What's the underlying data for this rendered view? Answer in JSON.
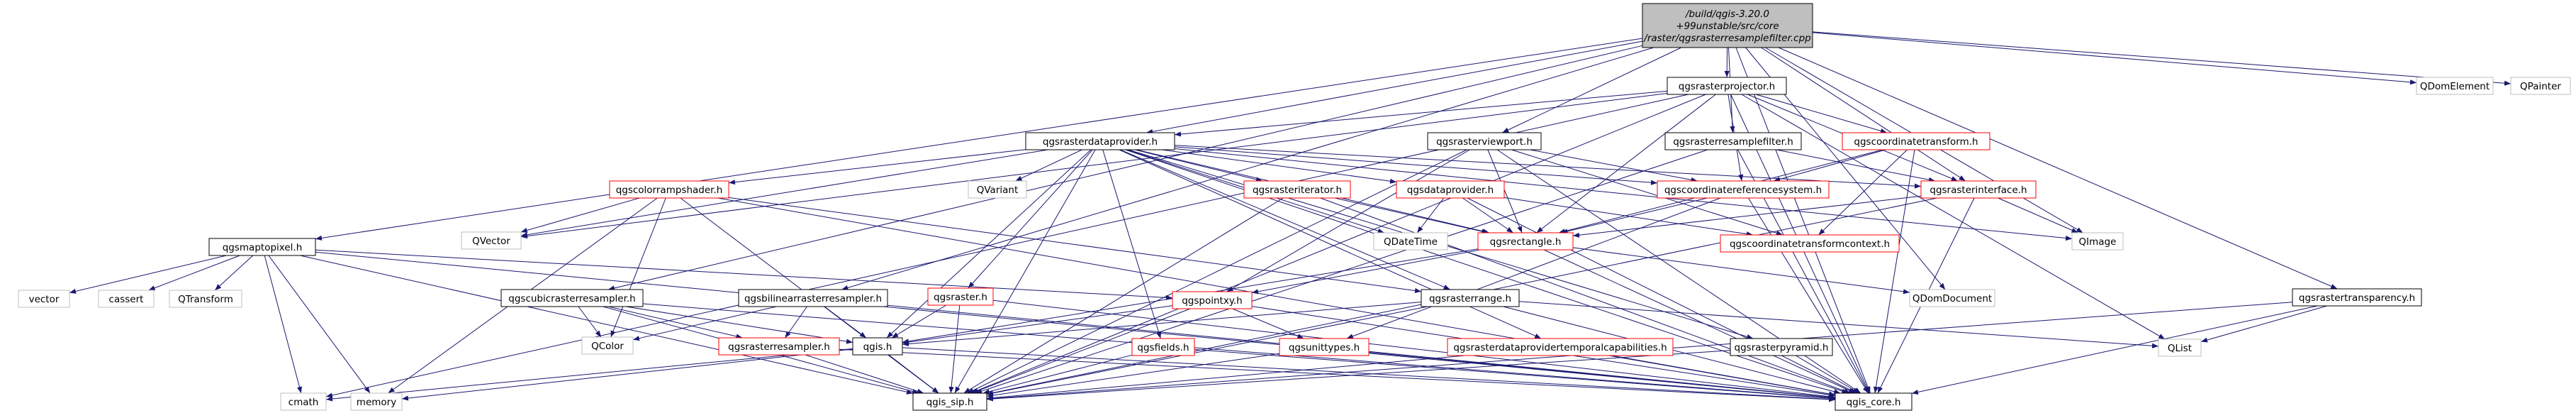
{
  "diagram": {
    "colors": {
      "edge": "#191970",
      "black_border": "#000000",
      "red_border": "#ff0000",
      "gray_border": "#bfbfbf",
      "root_fill": "#bfbfbf",
      "node_fill": "#ffffff",
      "text": "#000000"
    },
    "nodes": [
      {
        "id": "root",
        "lines": [
          "/build/qgis-3.20.0",
          "+99unstable/src/core",
          "/raster/qgsrasterresamplefilter.cpp"
        ],
        "style": "root"
      },
      {
        "id": "rasterprojector",
        "lines": [
          "qgsrasterprojector.h"
        ],
        "style": "black"
      },
      {
        "id": "rasterdataprovider",
        "lines": [
          "qgsrasterdataprovider.h"
        ],
        "style": "black"
      },
      {
        "id": "rasterviewport",
        "lines": [
          "qgsrasterviewport.h"
        ],
        "style": "black"
      },
      {
        "id": "rasterresamplefilter",
        "lines": [
          "qgsrasterresamplefilter.h"
        ],
        "style": "black"
      },
      {
        "id": "coordinatetransform",
        "lines": [
          "qgscoordinatetransform.h"
        ],
        "style": "red"
      },
      {
        "id": "qdomelement",
        "lines": [
          "QDomElement"
        ],
        "style": "gray"
      },
      {
        "id": "qpainter",
        "lines": [
          "QPainter"
        ],
        "style": "gray"
      },
      {
        "id": "colorrampshader",
        "lines": [
          "qgscolorrampshader.h"
        ],
        "style": "red"
      },
      {
        "id": "qvariant",
        "lines": [
          "QVariant"
        ],
        "style": "gray"
      },
      {
        "id": "rasteriterator",
        "lines": [
          "qgsrasteriterator.h"
        ],
        "style": "red"
      },
      {
        "id": "dataprovider",
        "lines": [
          "qgsdataprovider.h"
        ],
        "style": "red"
      },
      {
        "id": "coordinatereferencesystem",
        "lines": [
          "qgscoordinatereferencesystem.h"
        ],
        "style": "red"
      },
      {
        "id": "rasterinterface",
        "lines": [
          "qgsrasterinterface.h"
        ],
        "style": "red"
      },
      {
        "id": "maptopixel",
        "lines": [
          "qgsmaptopixel.h"
        ],
        "style": "black"
      },
      {
        "id": "qvector",
        "lines": [
          "QVector"
        ],
        "style": "gray"
      },
      {
        "id": "qdatetime",
        "lines": [
          "QDateTime"
        ],
        "style": "gray"
      },
      {
        "id": "rectangle",
        "lines": [
          "qgsrectangle.h"
        ],
        "style": "red"
      },
      {
        "id": "coordinatetransformcontext",
        "lines": [
          "qgscoordinatetransformcontext.h"
        ],
        "style": "red"
      },
      {
        "id": "qimage",
        "lines": [
          "QImage"
        ],
        "style": "gray"
      },
      {
        "id": "vector",
        "lines": [
          "vector"
        ],
        "style": "gray"
      },
      {
        "id": "cassert",
        "lines": [
          "cassert"
        ],
        "style": "gray"
      },
      {
        "id": "qtransform",
        "lines": [
          "QTransform"
        ],
        "style": "gray"
      },
      {
        "id": "cubicrasterresampler",
        "lines": [
          "qgscubicrasterresampler.h"
        ],
        "style": "black"
      },
      {
        "id": "bilinearrasterresampler",
        "lines": [
          "qgsbilinearrasterresampler.h"
        ],
        "style": "black"
      },
      {
        "id": "raster",
        "lines": [
          "qgsraster.h"
        ],
        "style": "red"
      },
      {
        "id": "pointxy",
        "lines": [
          "qgspointxy.h"
        ],
        "style": "red"
      },
      {
        "id": "rasterrange",
        "lines": [
          "qgsrasterrange.h"
        ],
        "style": "black"
      },
      {
        "id": "qdomdocument",
        "lines": [
          "QDomDocument"
        ],
        "style": "gray"
      },
      {
        "id": "rastertransparency",
        "lines": [
          "qgsrastertransparency.h"
        ],
        "style": "black"
      },
      {
        "id": "qcolor",
        "lines": [
          "QColor"
        ],
        "style": "gray"
      },
      {
        "id": "rasterresampler",
        "lines": [
          "qgsrasterresampler.h"
        ],
        "style": "red"
      },
      {
        "id": "qgis",
        "lines": [
          "qgis.h"
        ],
        "style": "black"
      },
      {
        "id": "fields",
        "lines": [
          "qgsfields.h"
        ],
        "style": "red"
      },
      {
        "id": "unittypes",
        "lines": [
          "qgsunittypes.h"
        ],
        "style": "red"
      },
      {
        "id": "temporalcaps",
        "lines": [
          "qgsrasterdataprovidertemporalcapabilities.h"
        ],
        "style": "red"
      },
      {
        "id": "rasterpyramid",
        "lines": [
          "qgsrasterpyramid.h"
        ],
        "style": "black"
      },
      {
        "id": "qlist",
        "lines": [
          "QList"
        ],
        "style": "gray"
      },
      {
        "id": "cmath",
        "lines": [
          "cmath"
        ],
        "style": "gray"
      },
      {
        "id": "memory",
        "lines": [
          "memory"
        ],
        "style": "gray"
      },
      {
        "id": "qgis_sip",
        "lines": [
          "qgis_sip.h"
        ],
        "style": "black"
      },
      {
        "id": "qgis_core",
        "lines": [
          "qgis_core.h"
        ],
        "style": "black"
      }
    ],
    "edges": [
      [
        "root",
        "rasterprojector"
      ],
      [
        "root",
        "rasterdataprovider"
      ],
      [
        "root",
        "rasterviewport"
      ],
      [
        "root",
        "rasterresamplefilter"
      ],
      [
        "root",
        "qdomelement"
      ],
      [
        "root",
        "qpainter"
      ],
      [
        "root",
        "maptopixel"
      ],
      [
        "root",
        "cubicrasterresampler"
      ],
      [
        "root",
        "bilinearrasterresampler"
      ],
      [
        "root",
        "rasterinterface"
      ],
      [
        "root",
        "qimage"
      ],
      [
        "root",
        "qdomdocument"
      ],
      [
        "root",
        "rastertransparency"
      ],
      [
        "root",
        "qgis_core"
      ],
      [
        "rasterprojector",
        "rasterdataprovider"
      ],
      [
        "rasterprojector",
        "coordinatetransform"
      ],
      [
        "rasterprojector",
        "coordinatereferencesystem"
      ],
      [
        "rasterprojector",
        "rectangle"
      ],
      [
        "rasterprojector",
        "rasterinterface"
      ],
      [
        "rasterprojector",
        "qvector"
      ],
      [
        "rasterprojector",
        "cmath"
      ],
      [
        "rasterprojector",
        "qgis_sip"
      ],
      [
        "rasterprojector",
        "qgis_core"
      ],
      [
        "rasterprojector",
        "qlist"
      ],
      [
        "rasterdataprovider",
        "colorrampshader"
      ],
      [
        "rasterdataprovider",
        "qvariant"
      ],
      [
        "rasterdataprovider",
        "rasteriterator"
      ],
      [
        "rasterdataprovider",
        "dataprovider"
      ],
      [
        "rasterdataprovider",
        "rasterinterface"
      ],
      [
        "rasterdataprovider",
        "qimage"
      ],
      [
        "rasterdataprovider",
        "raster"
      ],
      [
        "rasterdataprovider",
        "rasterrange"
      ],
      [
        "rasterdataprovider",
        "fields"
      ],
      [
        "rasterdataprovider",
        "temporalcaps"
      ],
      [
        "rasterdataprovider",
        "rasterpyramid"
      ],
      [
        "rasterdataprovider",
        "qdatetime"
      ],
      [
        "rasterdataprovider",
        "rectangle"
      ],
      [
        "rasterdataprovider",
        "qgis"
      ],
      [
        "rasterdataprovider",
        "qgis_sip"
      ],
      [
        "rasterdataprovider",
        "qgis_core"
      ],
      [
        "rasterdataprovider",
        "qvector"
      ],
      [
        "rasterdataprovider",
        "coordinatereferencesystem"
      ],
      [
        "rasterviewport",
        "pointxy"
      ],
      [
        "rasterviewport",
        "rectangle"
      ],
      [
        "rasterviewport",
        "coordinatereferencesystem"
      ],
      [
        "rasterviewport",
        "coordinatetransformcontext"
      ],
      [
        "rasterviewport",
        "qgis_sip"
      ],
      [
        "rasterviewport",
        "qgis_core"
      ],
      [
        "rasterresamplefilter",
        "rasterinterface"
      ],
      [
        "rasterresamplefilter",
        "qgis_sip"
      ],
      [
        "rasterresamplefilter",
        "qgis_core"
      ],
      [
        "coordinatetransform",
        "coordinatereferencesystem"
      ],
      [
        "coordinatetransform",
        "coordinatetransformcontext"
      ],
      [
        "coordinatetransform",
        "rectangle"
      ],
      [
        "coordinatetransform",
        "qgis_core"
      ],
      [
        "colorrampshader",
        "qvector"
      ],
      [
        "colorrampshader",
        "qcolor"
      ],
      [
        "colorrampshader",
        "memory"
      ],
      [
        "colorrampshader",
        "qgis_sip"
      ],
      [
        "colorrampshader",
        "qgis_core"
      ],
      [
        "colorrampshader",
        "rasterrange"
      ],
      [
        "rasteriterator",
        "rectangle"
      ],
      [
        "rasteriterator",
        "qgis_sip"
      ],
      [
        "rasteriterator",
        "qgis_core"
      ],
      [
        "dataprovider",
        "qdatetime"
      ],
      [
        "dataprovider",
        "rectangle"
      ],
      [
        "dataprovider",
        "coordinatetransformcontext"
      ],
      [
        "dataprovider",
        "qgis_core"
      ],
      [
        "coordinatereferencesystem",
        "rectangle"
      ],
      [
        "coordinatereferencesystem",
        "qgis_core"
      ],
      [
        "coordinatereferencesystem",
        "unittypes"
      ],
      [
        "rasterinterface",
        "qimage"
      ],
      [
        "rasterinterface",
        "rectangle"
      ],
      [
        "rasterinterface",
        "qgis_core"
      ],
      [
        "rasterinterface",
        "qgis_sip"
      ],
      [
        "maptopixel",
        "vector"
      ],
      [
        "maptopixel",
        "cassert"
      ],
      [
        "maptopixel",
        "qtransform"
      ],
      [
        "maptopixel",
        "cmath"
      ],
      [
        "maptopixel",
        "memory"
      ],
      [
        "maptopixel",
        "pointxy"
      ],
      [
        "maptopixel",
        "qgis_core"
      ],
      [
        "maptopixel",
        "qgis_sip"
      ],
      [
        "rectangle",
        "pointxy"
      ],
      [
        "rectangle",
        "qdomdocument"
      ],
      [
        "rectangle",
        "qgis"
      ],
      [
        "rectangle",
        "qgis_core"
      ],
      [
        "cubicrasterresampler",
        "rasterresampler"
      ],
      [
        "cubicrasterresampler",
        "qcolor"
      ],
      [
        "cubicrasterresampler",
        "qgis"
      ],
      [
        "cubicrasterresampler",
        "qgis_sip"
      ],
      [
        "cubicrasterresampler",
        "qgis_core"
      ],
      [
        "bilinearrasterresampler",
        "rasterresampler"
      ],
      [
        "bilinearrasterresampler",
        "qcolor"
      ],
      [
        "bilinearrasterresampler",
        "qgis"
      ],
      [
        "bilinearrasterresampler",
        "qgis_sip"
      ],
      [
        "bilinearrasterresampler",
        "qgis_core"
      ],
      [
        "raster",
        "qgis"
      ],
      [
        "raster",
        "qgis_sip"
      ],
      [
        "raster",
        "qgis_core"
      ],
      [
        "pointxy",
        "qgis"
      ],
      [
        "pointxy",
        "qgis_core"
      ],
      [
        "pointxy",
        "qgis_sip"
      ],
      [
        "pointxy",
        "unittypes"
      ],
      [
        "rasterrange",
        "qgis"
      ],
      [
        "rasterrange",
        "qlist"
      ],
      [
        "rasterrange",
        "qgis_sip"
      ],
      [
        "rasterrange",
        "qgis_core"
      ],
      [
        "rastertransparency",
        "qlist"
      ],
      [
        "rastertransparency",
        "qgis_sip"
      ],
      [
        "rastertransparency",
        "qgis_core"
      ],
      [
        "rasterresampler",
        "qgis_sip"
      ],
      [
        "rasterresampler",
        "qgis_core"
      ],
      [
        "qgis",
        "cmath"
      ],
      [
        "qgis",
        "memory"
      ],
      [
        "qgis",
        "qgis_sip"
      ],
      [
        "qgis",
        "qgis_core"
      ],
      [
        "fields",
        "qgis_sip"
      ],
      [
        "fields",
        "qgis_core"
      ],
      [
        "unittypes",
        "qgis_sip"
      ],
      [
        "unittypes",
        "qgis_core"
      ],
      [
        "temporalcaps",
        "qgis_sip"
      ],
      [
        "temporalcaps",
        "qgis_core"
      ],
      [
        "rasterpyramid",
        "qgis_sip"
      ],
      [
        "rasterpyramid",
        "qgis_core"
      ]
    ]
  }
}
